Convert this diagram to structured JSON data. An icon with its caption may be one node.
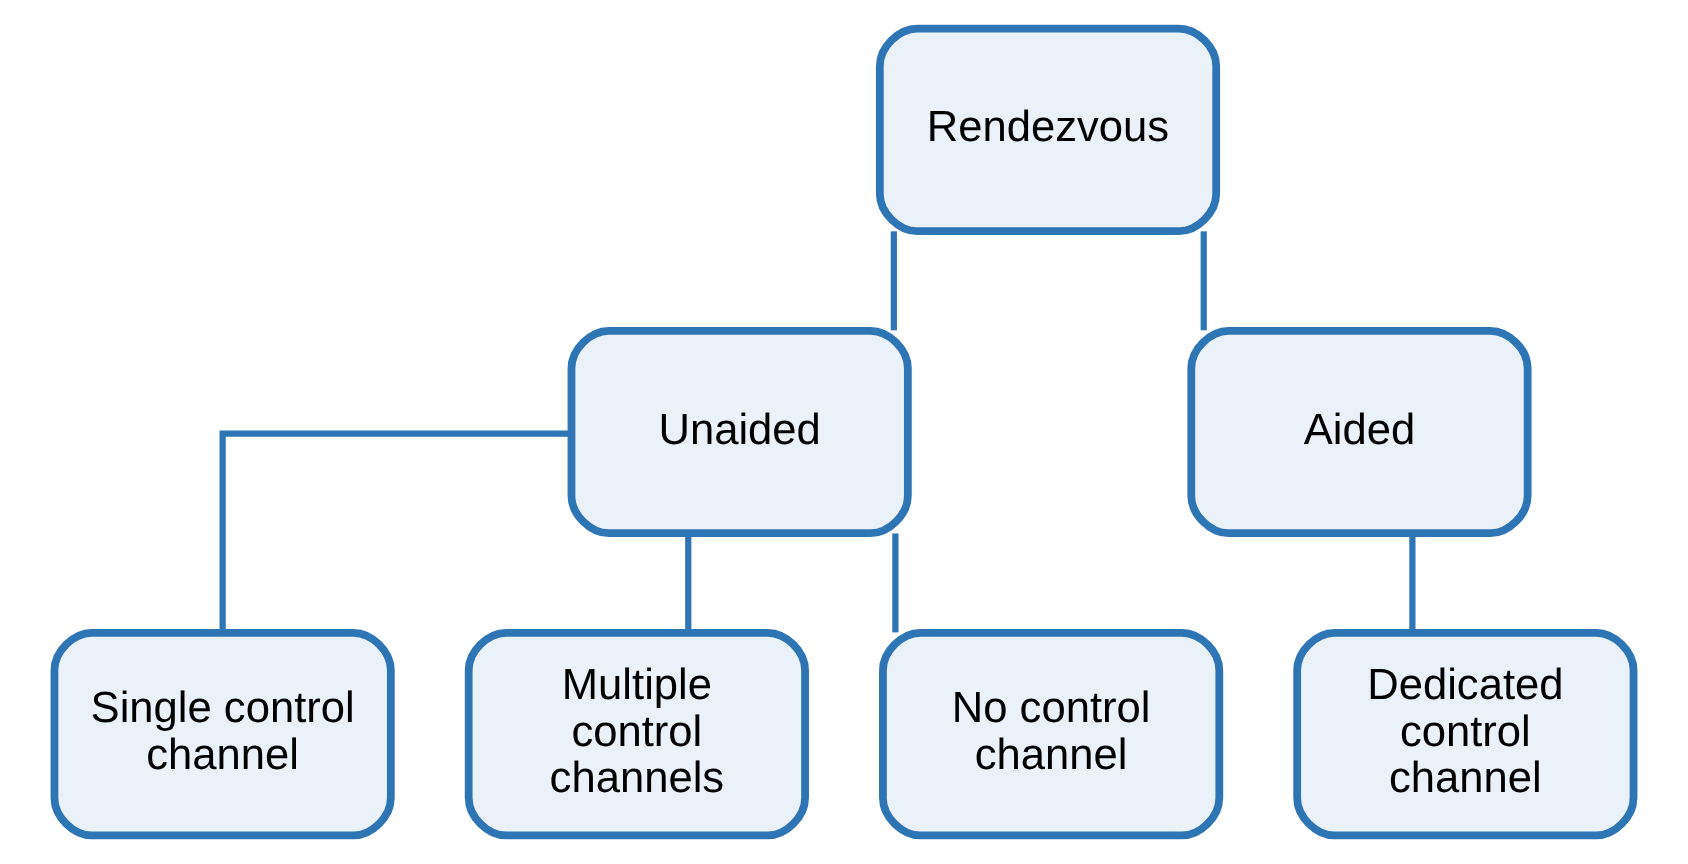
{
  "diagram": {
    "nodes": [
      {
        "text": [
          "Rendezvous"
        ]
      },
      {
        "text": [
          "Unaided"
        ]
      },
      {
        "text": [
          "Aided"
        ]
      },
      {
        "text": [
          "Single control channel"
        ]
      },
      {
        "text": [
          "Multiple control channels"
        ]
      },
      {
        "text": [
          "No control channel"
        ]
      },
      {
        "text": [
          "Dedicated control channel"
        ]
      }
    ],
    "edges": [
      {
        "from": 0,
        "to": 1,
        "arrow": "none"
      },
      {
        "from": 0,
        "to": 2,
        "arrow": "none"
      },
      {
        "from": 1,
        "to": 3,
        "arrow": "none"
      },
      {
        "from": 1,
        "to": 4,
        "arrow": "none"
      },
      {
        "from": 1,
        "to": 5,
        "arrow": "none"
      },
      {
        "from": 2,
        "to": 6,
        "arrow": "none"
      }
    ]
  }
}
